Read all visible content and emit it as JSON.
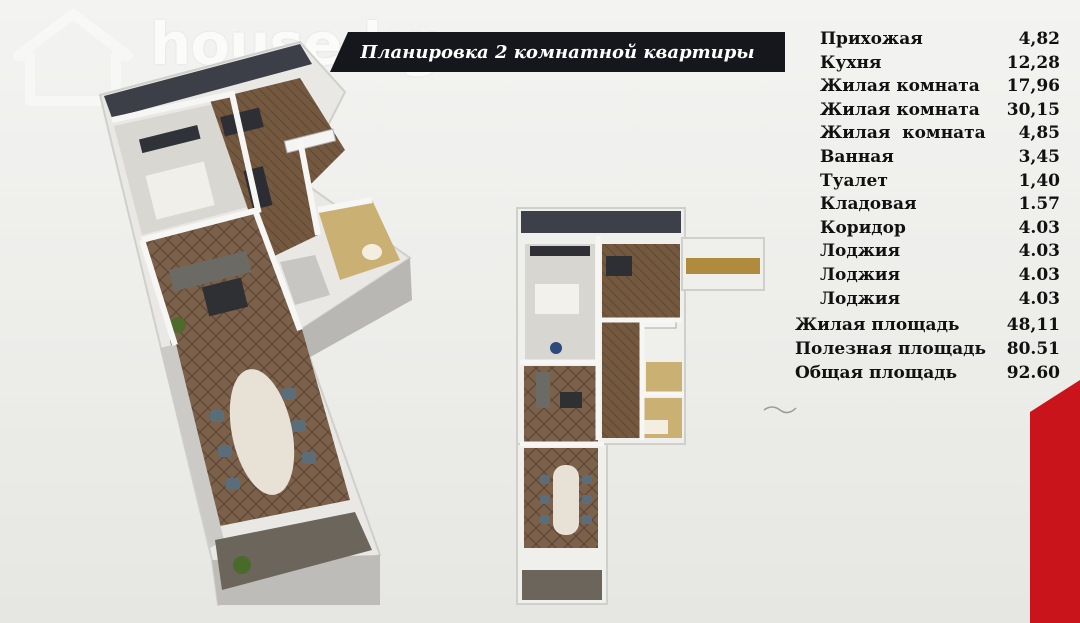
{
  "watermark": {
    "text": "house.kg",
    "icon": "house-icon"
  },
  "title": "Планировка 2 комнатной квартиры",
  "rooms": [
    {
      "name": "Прихожая",
      "area": "4,82"
    },
    {
      "name": "Кухня",
      "area": "12,28"
    },
    {
      "name": "Жилая комната",
      "area": "17,96"
    },
    {
      "name": "Жилая комната",
      "area": "30,15"
    },
    {
      "name": "Жилая  комната",
      "area": "4,85"
    },
    {
      "name": "Ванная",
      "area": "3,45"
    },
    {
      "name": "Туалет",
      "area": "1,40"
    },
    {
      "name": "Кладовая",
      "area": "1.57"
    },
    {
      "name": "Коридор",
      "area": "4.03"
    },
    {
      "name": "Лоджия",
      "area": "4.03"
    },
    {
      "name": "Лоджия",
      "area": "4.03"
    },
    {
      "name": "Лоджия",
      "area": "4.03"
    }
  ],
  "totals": [
    {
      "name": "Жилая площадь",
      "area": "48,11"
    },
    {
      "name": "Полезная площадь",
      "area": "80.51"
    },
    {
      "name": "Общая площадь",
      "area": "92.60"
    }
  ],
  "colors": {
    "banner": "#15171d",
    "accent": "#c9141c",
    "floor": "#7a6049",
    "wall": "#efefec"
  }
}
